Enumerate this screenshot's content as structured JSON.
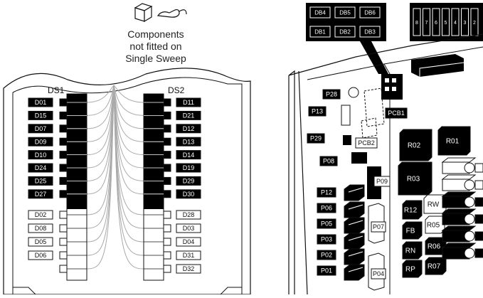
{
  "note": {
    "line1": "Components",
    "line2": "not fitted on",
    "line3": "Single Sweep"
  },
  "left_panel": {
    "ds1_label": "DS1",
    "ds2_label": "DS2",
    "ds1_fitted": [
      "D01",
      "D15",
      "D07",
      "D09",
      "D10",
      "D24",
      "D25",
      "D27"
    ],
    "ds1_not_fitted": [
      "D02",
      "D08",
      "D05",
      "D06"
    ],
    "ds2_fitted": [
      "D11",
      "D21",
      "D12",
      "D13",
      "D14",
      "D19",
      "D29",
      "D30"
    ],
    "ds2_not_fitted": [
      "D28",
      "D03",
      "D04",
      "D31",
      "D32"
    ]
  },
  "right_panel": {
    "db_top_row": [
      "DB4",
      "DB5",
      "DB6"
    ],
    "db_bottom_row": [
      "DB1",
      "DB2",
      "DB3"
    ],
    "connector_pins": [
      "8",
      "7",
      "6",
      "5",
      "4",
      "3",
      "2"
    ],
    "labels": {
      "p28": "P28",
      "p13": "P13",
      "p29": "P29",
      "p08": "P08",
      "p09": "P09",
      "p12": "P12",
      "p06": "P06",
      "p05": "P05",
      "p03": "P03",
      "p02": "P02",
      "p01": "P01",
      "p07": "P07",
      "p04": "P04",
      "pcb1": "PCB1",
      "pcb2": "PCB2",
      "r02": "R02",
      "r01": "R01",
      "r03": "R03",
      "r12": "R12",
      "rw": "RW",
      "r05": "R05",
      "fb": "FB",
      "rn": "RN",
      "r06": "R06",
      "rp": "RP",
      "r07": "R07"
    }
  },
  "colors": {
    "label_fill": "#000000",
    "label_text": "#ffffff",
    "outline": "#111111",
    "trace": "#aaaaaa"
  }
}
